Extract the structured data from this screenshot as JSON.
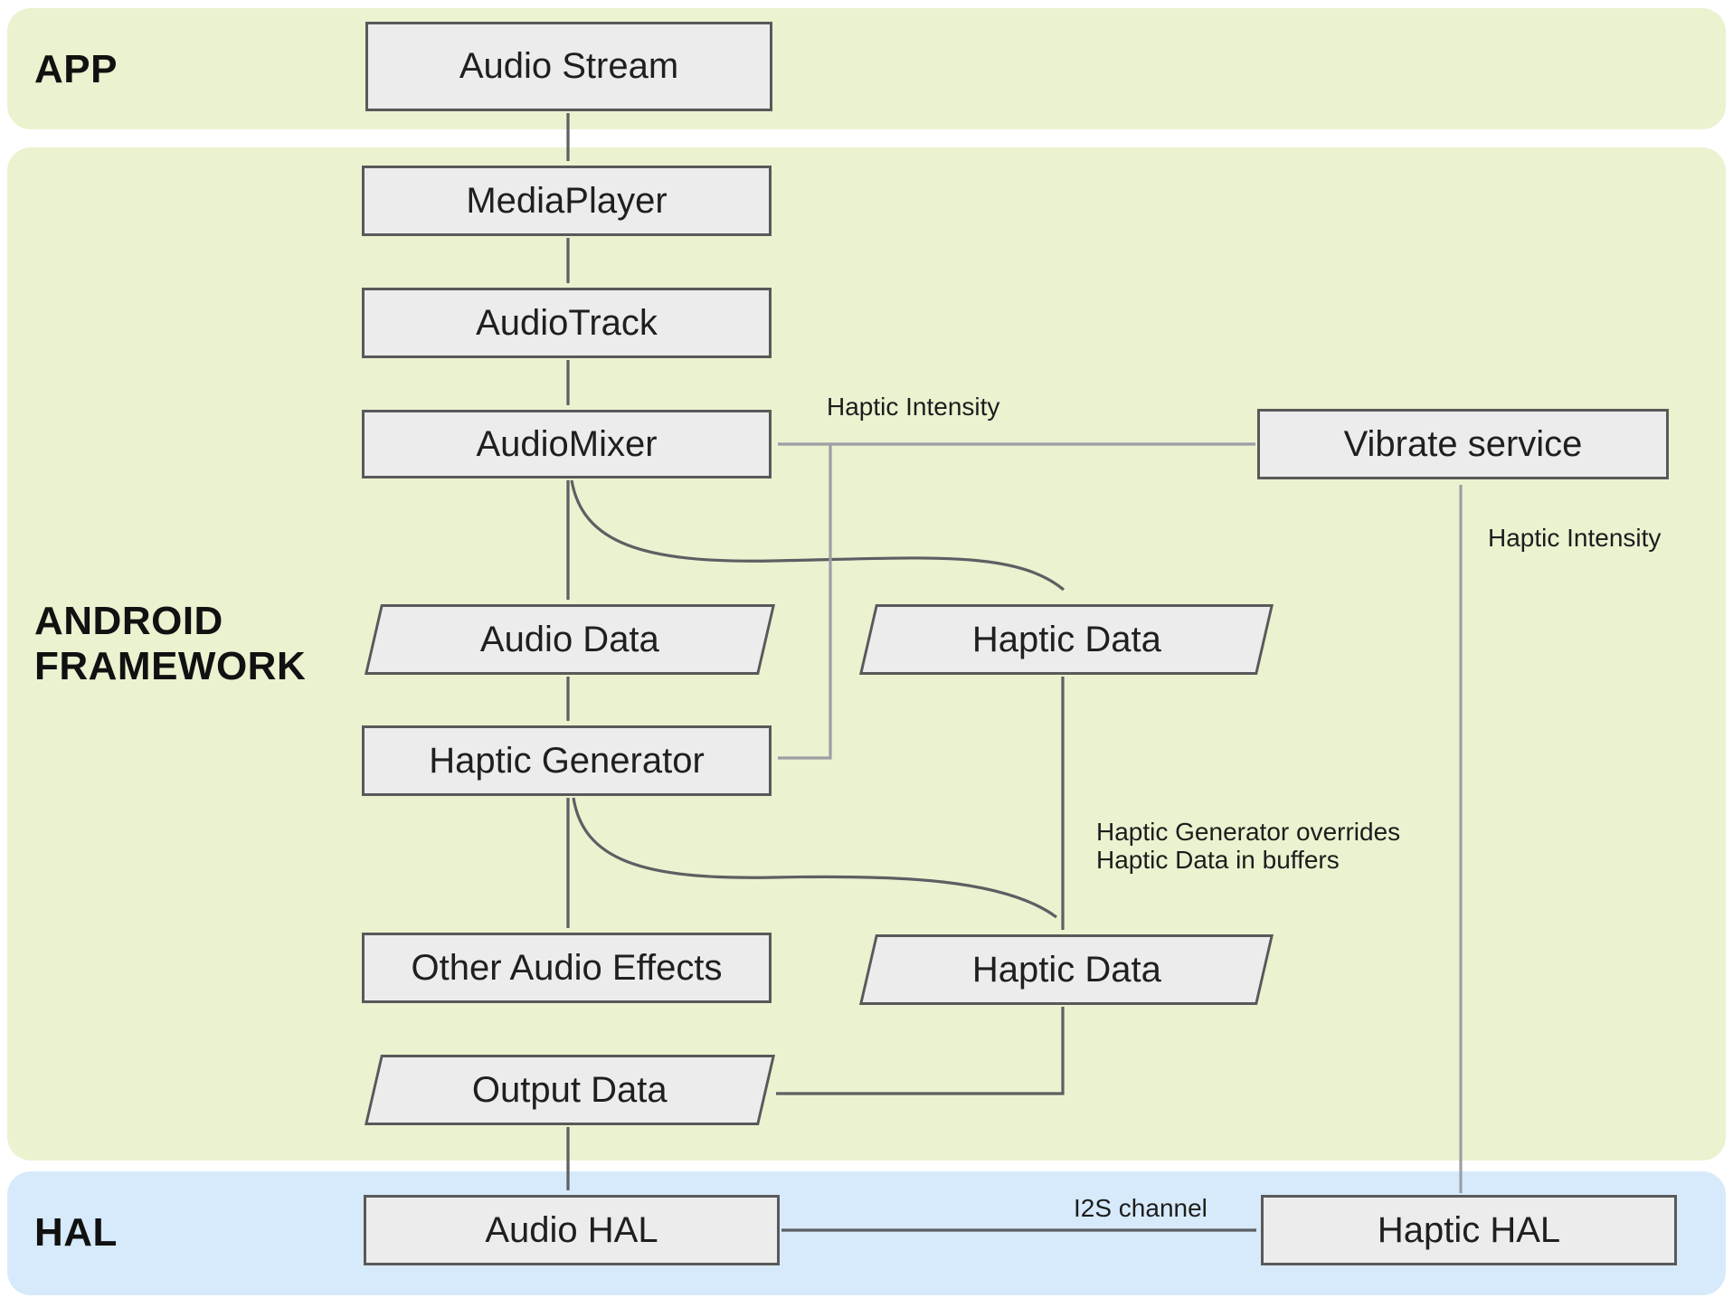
{
  "bands": {
    "app": "APP",
    "framework": "ANDROID FRAMEWORK",
    "hal": "HAL"
  },
  "nodes": {
    "audio_stream": "Audio Stream",
    "media_player": "MediaPlayer",
    "audio_track": "AudioTrack",
    "audio_mixer": "AudioMixer",
    "audio_data": "Audio Data",
    "haptic_data_1": "Haptic Data",
    "haptic_generator": "Haptic Generator",
    "other_audio_effects": "Other Audio Effects",
    "haptic_data_2": "Haptic Data",
    "output_data": "Output Data",
    "vibrate_service": "Vibrate service",
    "audio_hal": "Audio HAL",
    "haptic_hal": "Haptic HAL"
  },
  "edge_labels": {
    "haptic_intensity_to_mixer": "Haptic Intensity",
    "haptic_intensity_to_vibrate": "Haptic Intensity",
    "override_note": "Haptic Generator overrides\nHaptic Data in buffers",
    "i2s_channel": "I2S channel"
  },
  "colors": {
    "band_green": "#eaf2d0",
    "band_blue": "#d7eafb",
    "node_fill": "#ececec",
    "node_border": "#595959",
    "arrow_dark": "#5c5f62",
    "arrow_light": "#9b9fa4",
    "text": "#1f1f1f"
  }
}
